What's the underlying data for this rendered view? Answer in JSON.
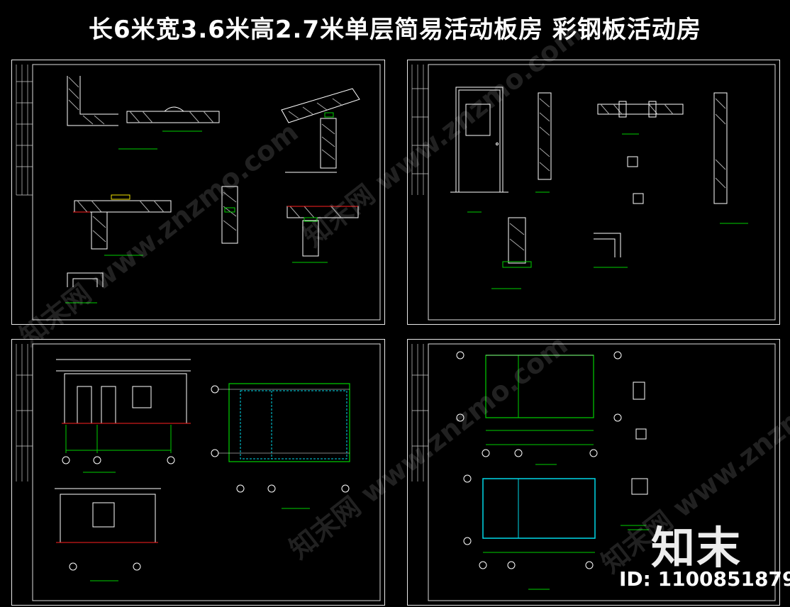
{
  "title": "长6米宽3.6米高2.7米单层简易活动板房 彩钢板活动房",
  "watermark": {
    "brand": "知末",
    "id_label": "ID: 1100851879"
  },
  "colors": {
    "background": "#000000",
    "frame": "#e8e8e8",
    "line_green": "#00d000",
    "line_cyan": "#00d8e8",
    "line_yellow": "#f0e000",
    "line_red": "#ff2020"
  },
  "sheets": [
    {
      "name": "sheet-details-1"
    },
    {
      "name": "sheet-door-details"
    },
    {
      "name": "sheet-elevations-drain-plan"
    },
    {
      "name": "sheet-floor-plans"
    }
  ]
}
